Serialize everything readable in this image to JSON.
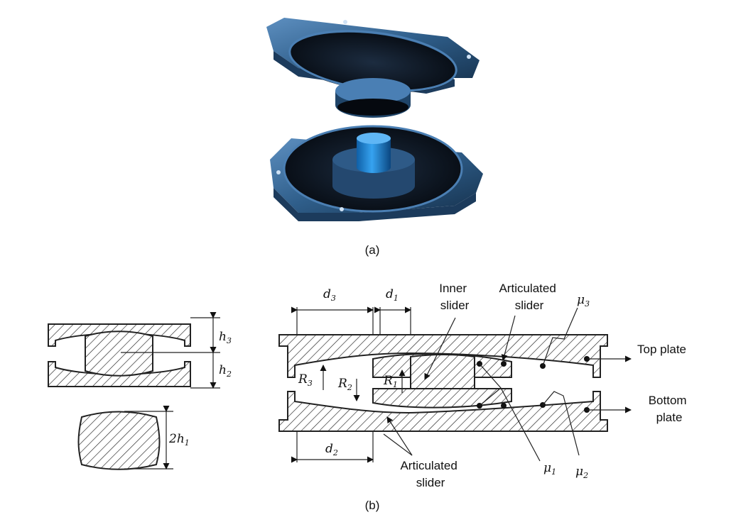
{
  "captions": {
    "a": "(a)",
    "b": "(b)"
  },
  "symbols": {
    "d3": {
      "base": "d",
      "sub": "3"
    },
    "d1": {
      "base": "d",
      "sub": "1"
    },
    "d2": {
      "base": "d",
      "sub": "2"
    },
    "h3": {
      "base": "h",
      "sub": "3"
    },
    "h2": {
      "base": "h",
      "sub": "2"
    },
    "h1": {
      "base": "2h",
      "sub": "1"
    },
    "R3": {
      "base": "R",
      "sub": "3"
    },
    "R2": {
      "base": "R",
      "sub": "2"
    },
    "R1": {
      "base": "R",
      "sub": "1"
    },
    "mu3": {
      "base": "μ",
      "sub": "3"
    },
    "mu1": {
      "base": "μ",
      "sub": "1"
    },
    "mu2": {
      "base": "μ",
      "sub": "2"
    }
  },
  "labels": {
    "inner_slider": [
      "Inner",
      "slider"
    ],
    "articulated_slider_top": [
      "Articulated",
      "slider"
    ],
    "articulated_slider_bottom": [
      "Articulated",
      "slider"
    ],
    "top_plate": "Top plate",
    "bottom_plate": [
      "Bottom",
      "plate"
    ]
  },
  "colors": {
    "bearing_blue": "#2f5e8a",
    "bearing_dark": "#0d1a2a",
    "inner_slider_blue": "#1f8ad8"
  }
}
